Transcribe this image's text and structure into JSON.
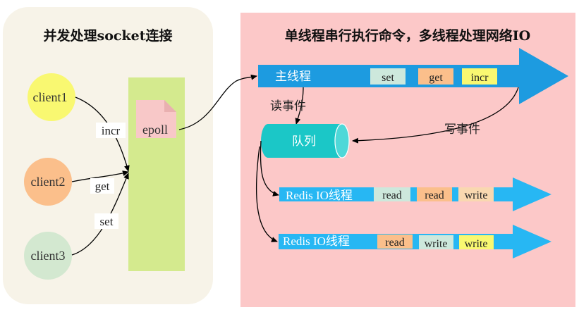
{
  "left_panel": {
    "title": "并发处理socket连接"
  },
  "right_panel": {
    "title": "单线程串行执行命令，多线程处理网络IO"
  },
  "clients": [
    {
      "label": "client1",
      "color": "#f9f871"
    },
    {
      "label": "client2",
      "color": "#fbbf8b"
    },
    {
      "label": "client3",
      "color": "#d3e8d0"
    }
  ],
  "edge_labels": {
    "incr": "incr",
    "get": "get",
    "set": "set"
  },
  "epoll": {
    "label": "epoll"
  },
  "main_thread": {
    "label": "主线程",
    "ops": [
      {
        "label": "set",
        "color": "#cde8dc"
      },
      {
        "label": "get",
        "color": "#fbbf8b"
      },
      {
        "label": "incr",
        "color": "#f9f871"
      }
    ]
  },
  "events": {
    "read": "读事件",
    "write": "写事件"
  },
  "queue": {
    "label": "队列"
  },
  "io_threads": [
    {
      "label": "Redis IO线程",
      "ops": [
        {
          "label": "read",
          "color": "#cde8dc"
        },
        {
          "label": "read",
          "color": "#fbbf8b"
        },
        {
          "label": "write",
          "color": "#f9d8b0"
        }
      ]
    },
    {
      "label": "Redis IO线程",
      "ops": [
        {
          "label": "read",
          "color": "#fbbf8b"
        },
        {
          "label": "write",
          "color": "#cde8dc"
        },
        {
          "label": "write",
          "color": "#f9f871"
        }
      ]
    }
  ],
  "colors": {
    "left_bg": "#f7f3e8",
    "right_bg": "#fcc8c8",
    "epoll_bar": "#d4ea8e",
    "epoll_doc": "#f8c8c8",
    "main_arrow": "#1d9be0",
    "io_arrow": "#27b7f3",
    "queue": "#1bc7c7"
  }
}
